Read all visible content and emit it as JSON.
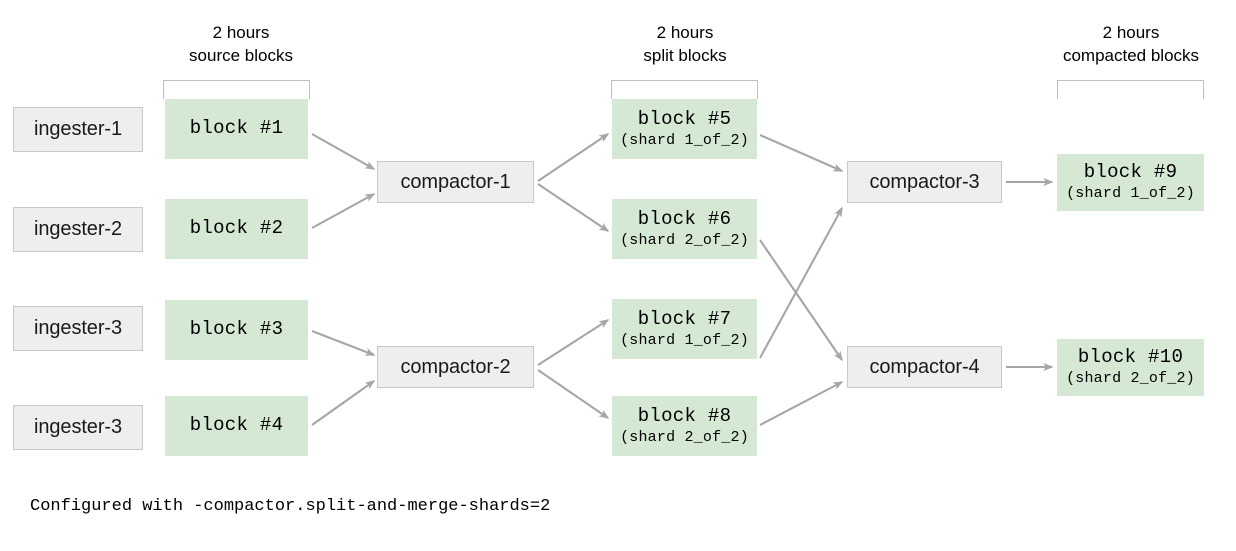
{
  "diagram": {
    "title_caption": "Configured with -compactor.split-and-merge-shards=2",
    "colors": {
      "block_fill": "#d5e8d4",
      "service_fill": "#eeeeee",
      "service_stroke": "#c8c8c8",
      "arrow": "#a6a6a6",
      "bracket": "#bfbfbf",
      "text": "#000000",
      "background": "#ffffff"
    },
    "groups": [
      {
        "id": "source",
        "line1": "2 hours",
        "line2": "source blocks"
      },
      {
        "id": "split",
        "line1": "2 hours",
        "line2": "split blocks"
      },
      {
        "id": "compacted",
        "line1": "2 hours",
        "line2": "compacted blocks"
      }
    ],
    "ingesters": [
      {
        "id": "ingester-1",
        "label": "ingester-1"
      },
      {
        "id": "ingester-2",
        "label": "ingester-2"
      },
      {
        "id": "ingester-3a",
        "label": "ingester-3"
      },
      {
        "id": "ingester-3b",
        "label": "ingester-3"
      }
    ],
    "source_blocks": [
      {
        "id": "block1",
        "title": "block #1",
        "sub": ""
      },
      {
        "id": "block2",
        "title": "block #2",
        "sub": ""
      },
      {
        "id": "block3",
        "title": "block #3",
        "sub": ""
      },
      {
        "id": "block4",
        "title": "block #4",
        "sub": ""
      }
    ],
    "split_compactors": [
      {
        "id": "compactor-1",
        "label": "compactor-1"
      },
      {
        "id": "compactor-2",
        "label": "compactor-2"
      }
    ],
    "split_blocks": [
      {
        "id": "block5",
        "title": "block #5",
        "sub": "(shard 1_of_2)"
      },
      {
        "id": "block6",
        "title": "block #6",
        "sub": "(shard 2_of_2)"
      },
      {
        "id": "block7",
        "title": "block #7",
        "sub": "(shard 1_of_2)"
      },
      {
        "id": "block8",
        "title": "block #8",
        "sub": "(shard 2_of_2)"
      }
    ],
    "merge_compactors": [
      {
        "id": "compactor-3",
        "label": "compactor-3"
      },
      {
        "id": "compactor-4",
        "label": "compactor-4"
      }
    ],
    "compacted_blocks": [
      {
        "id": "block9",
        "title": "block #9",
        "sub": "(shard 1_of_2)"
      },
      {
        "id": "block10",
        "title": "block #10",
        "sub": "(shard 2_of_2)"
      }
    ],
    "flows": [
      {
        "from": "block1",
        "to": "compactor-1"
      },
      {
        "from": "block2",
        "to": "compactor-1"
      },
      {
        "from": "block3",
        "to": "compactor-2"
      },
      {
        "from": "block4",
        "to": "compactor-2"
      },
      {
        "from": "compactor-1",
        "to": "block5"
      },
      {
        "from": "compactor-1",
        "to": "block6"
      },
      {
        "from": "compactor-2",
        "to": "block7"
      },
      {
        "from": "compactor-2",
        "to": "block8"
      },
      {
        "from": "block5",
        "to": "compactor-3"
      },
      {
        "from": "block6",
        "to": "compactor-4"
      },
      {
        "from": "block7",
        "to": "compactor-3"
      },
      {
        "from": "block8",
        "to": "compactor-4"
      },
      {
        "from": "compactor-3",
        "to": "block9"
      },
      {
        "from": "compactor-4",
        "to": "block10"
      }
    ]
  }
}
